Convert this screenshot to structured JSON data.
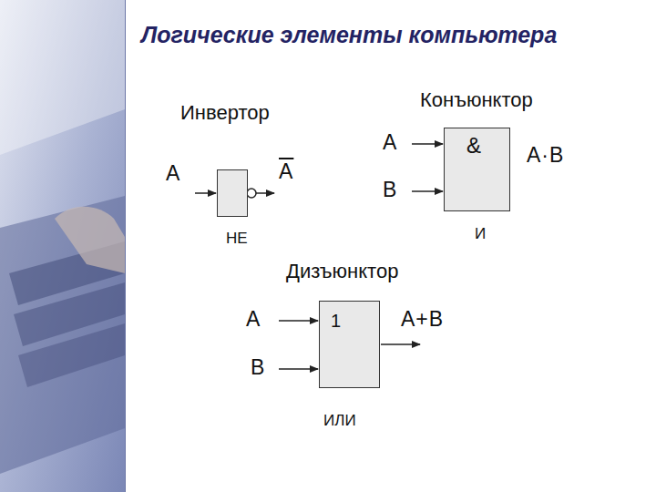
{
  "diagram": {
    "title": "Логические элементы компьютера",
    "nodes": [
      {
        "text": [
          "Инвертор",
          "НЕ"
        ]
      },
      {
        "text": [
          "Конъюнктор",
          "&",
          "И"
        ]
      },
      {
        "text": [
          "Дизъюнктор",
          "1",
          "ИЛИ"
        ]
      }
    ],
    "labels": [
      "A",
      "A",
      "A",
      "B",
      "A·B",
      "A",
      "B",
      "A+B"
    ]
  }
}
